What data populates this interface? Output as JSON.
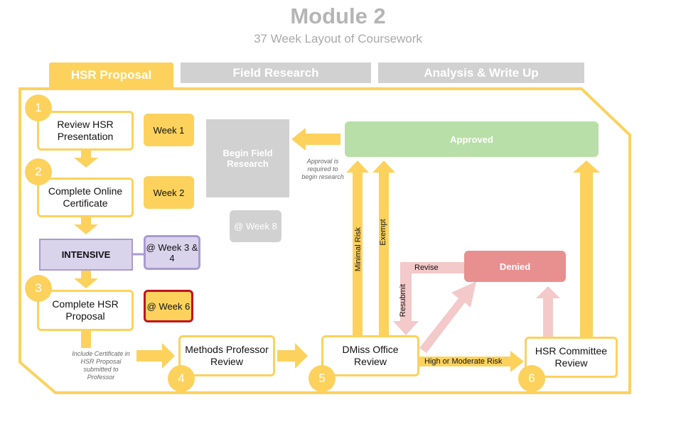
{
  "header": {
    "title": "Module 2",
    "subtitle": "37 Week Layout of Coursework"
  },
  "tabs": {
    "hsr_proposal": "HSR Proposal",
    "field_research": "Field Research",
    "analysis": "Analysis & Write Up"
  },
  "steps": {
    "review_presentation": "Review HSR Presentation",
    "online_certificate": "Complete Online Certificate",
    "intensive": "INTENSIVE",
    "hsr_proposal": "Complete HSR Proposal",
    "methods_review": "Methods Professor Review",
    "dmiss_review": "DMiss Office Review",
    "committee_review": "HSR Committee Review"
  },
  "step_numbers": [
    "1",
    "2",
    "3",
    "4",
    "5",
    "6"
  ],
  "weeks": {
    "w1": "Week 1",
    "w2": "Week 2",
    "w34": "@ Week 3 & 4",
    "w6": "@ Week 6",
    "w8": "@ Week 8"
  },
  "outcomes": {
    "approved": "Approved",
    "denied": "Denied",
    "begin_field": "Begin Field Research"
  },
  "notes": {
    "approval_required": "Approval is required to begin research",
    "include_certificate": "Include Certificate in HSR Proposal submitted to Professor"
  },
  "arrow_labels": {
    "minimal_risk": "Minimal Risk",
    "exempt": "Exempt",
    "revise": "Revise",
    "resubmit": "Resubmit",
    "high_moderate": "High or Moderate Risk"
  },
  "colors": {
    "yellow": "#fcd25d",
    "grey": "#d1d1d1",
    "green": "#b8dfa7",
    "red": "#e88f8f",
    "pink": "#f4c9c9",
    "purple": "#dad3ec",
    "dark_red": "#c0131f"
  }
}
